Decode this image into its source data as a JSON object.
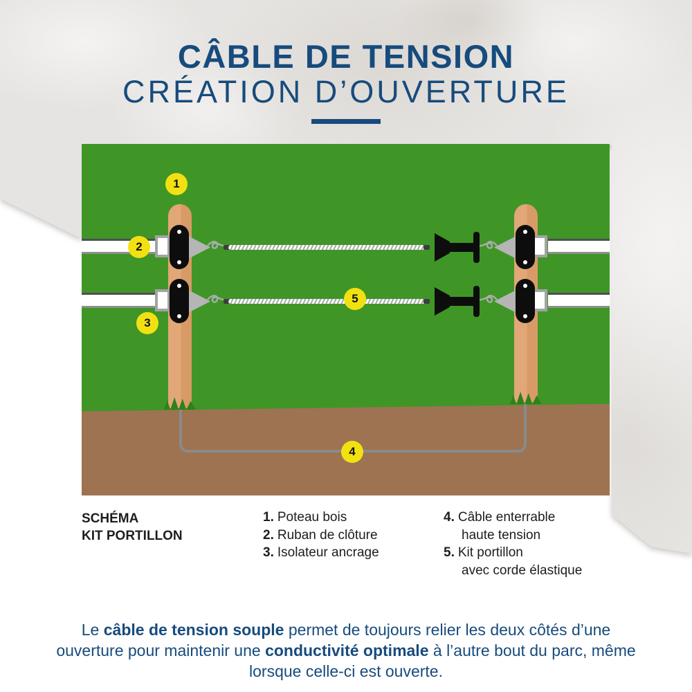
{
  "header": {
    "title": "CÂBLE DE TENSION",
    "subtitle": "CRÉATION D’OUVERTURE"
  },
  "diagram": {
    "badges": [
      "1",
      "2",
      "3",
      "4",
      "5"
    ],
    "colors": {
      "accent_blue": "#174B7D",
      "grass_green": "#3F9627",
      "soil_brown": "#9D7351",
      "post_wood": "#DFA173",
      "badge_yellow": "#F2E112",
      "insulator_black": "#0D0D0D",
      "hardware_gray": "#B5B5B5"
    }
  },
  "legend": {
    "heading_line1": "SCHÉMA",
    "heading_line2": "KIT PORTILLON",
    "items": [
      {
        "num": "1.",
        "label": "Poteau bois"
      },
      {
        "num": "2.",
        "label": "Ruban de clôture"
      },
      {
        "num": "3.",
        "label": "Isolateur ancrage"
      },
      {
        "num": "4.",
        "label": "Câble enterrable",
        "label2": "haute tension"
      },
      {
        "num": "5.",
        "label": "Kit portillon",
        "label2": "avec corde élastique"
      }
    ]
  },
  "footer": {
    "seg1": "Le ",
    "bold1": "câble de tension souple",
    "seg2": " permet de toujours relier les deux côtés d’une ouverture pour maintenir une ",
    "bold2": "conductivité optimale",
    "seg3": " à l’autre bout du parc, même lorsque celle-ci est ouverte."
  }
}
